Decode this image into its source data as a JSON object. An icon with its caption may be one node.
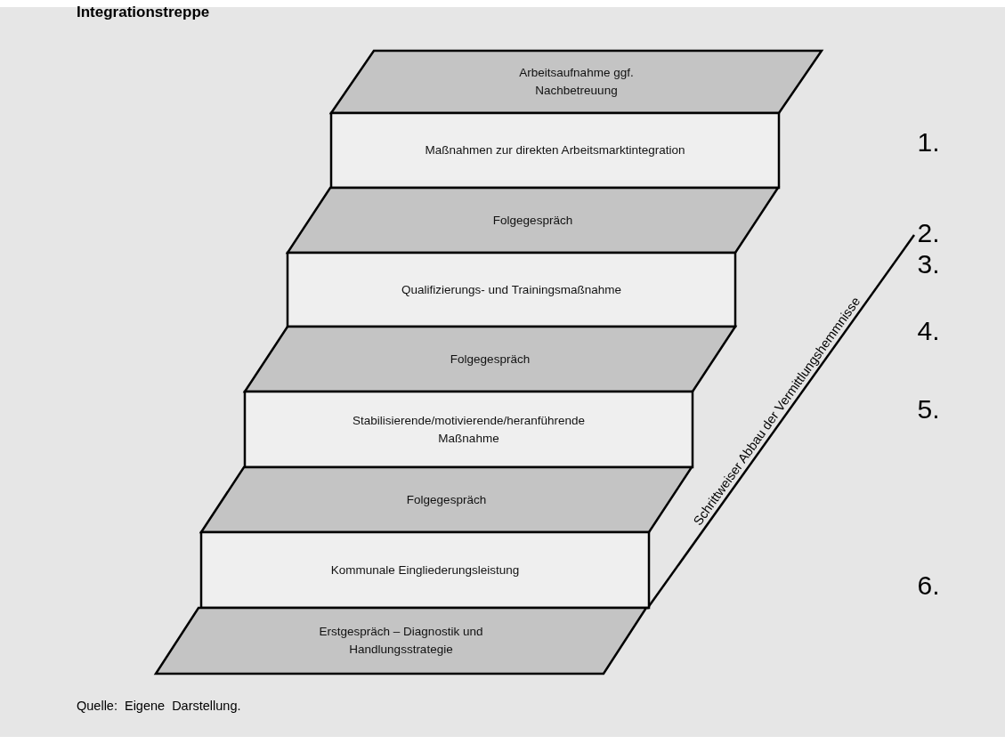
{
  "diagram": {
    "title": "Integrationstreppe",
    "caption": "Quelle: Eigene Darstellung.",
    "nodes": [
      {
        "text": [
          "Arbeitsaufnahme ggf. Nachbetreuung"
        ]
      },
      {
        "text": [
          "Maßnahmen zur direkten Arbeitsmarktintegration"
        ]
      },
      {
        "text": [
          "Folgegespräch"
        ]
      },
      {
        "text": [
          "Qualifizierungs- und Trainingsmaßnahme"
        ]
      },
      {
        "text": [
          "Folgegespräch"
        ]
      },
      {
        "text": [
          "Stabilisierende/motivierende/heranführende Maßnahme"
        ]
      },
      {
        "text": [
          "Folgegespräch"
        ]
      },
      {
        "text": [
          "Kommunale Eingliederungsleistung"
        ]
      },
      {
        "text": [
          "Erstgespräch – Diagnostik und Handlungsstrategie"
        ]
      }
    ],
    "labels": [
      "Schrittweiser Abbau der Vermittlungshemmnisse",
      "1.",
      "2.",
      "3.",
      "4.",
      "5.",
      "6."
    ]
  }
}
